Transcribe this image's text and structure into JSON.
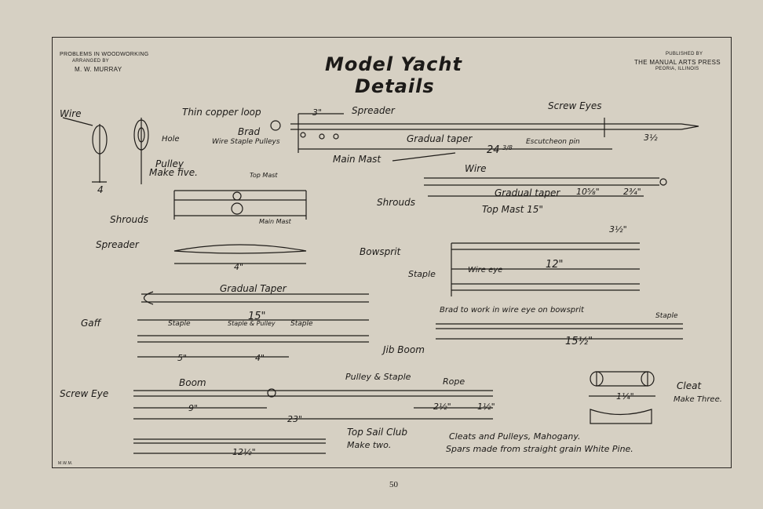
{
  "header": {
    "left_line1": "PROBLEMS IN WOODWORKING",
    "left_line2": "ARRANGED BY",
    "left_line3": "M. W. MURRAY",
    "title_line1": "Model Yacht",
    "title_line2": "Details",
    "right_line1": "PUBLISHED BY",
    "right_line2": "THE MANUAL ARTS PRESS",
    "right_line3": "PEORIA, ILLINOIS"
  },
  "labels": {
    "wire": "Wire",
    "hole": "Hole",
    "pulley": "Pulley",
    "make_five": "Make five.",
    "thin_copper_loop": "Thin copper loop",
    "brad": "Brad",
    "wire_staple_pulleys": "Wire Staple Pulleys",
    "spreader_top": "Spreader",
    "screw_eyes": "Screw Eyes",
    "gradual_taper_mast": "Gradual taper",
    "escutcheon_pin": "Escutcheon pin",
    "main_mast": "Main Mast",
    "top_mast_small": "Top Mast",
    "main_mast_small": "Main Mast",
    "shrouds_left": "Shrouds",
    "spreader_left": "Spreader",
    "wire_top_mast": "Wire",
    "gradual_taper_top": "Gradual taper",
    "shrouds_mid": "Shrouds",
    "top_mast": "Top Mast 15\"",
    "bowsprit": "Bowsprit",
    "staple_bow": "Staple",
    "wire_eye": "Wire eye",
    "gaff": "Gaff",
    "gradual_taper_gaff": "Gradual Taper",
    "staple_g1": "Staple",
    "staple_pulley": "Staple & Pulley",
    "staple_g2": "Staple",
    "brad_note": "Brad to work in wire eye on bowsprit",
    "staple_jib": "Staple",
    "jib_boom": "Jib Boom",
    "screw_eye": "Screw Eye",
    "boom": "Boom",
    "pulley_staple": "Pulley & Staple",
    "rope": "Rope",
    "cleat": "Cleat",
    "make_three": "Make Three.",
    "top_sail_club": "Top Sail Club",
    "make_two": "Make two.",
    "note1": "Cleats and Pulleys, Mahogany.",
    "note2": "Spars made from straight grain White Pine.",
    "initials": "M.W.M."
  },
  "dims": {
    "d_3": "3\"",
    "d_24": "24",
    "d_24_frac": "3/8",
    "d_3_half_mast": "3½",
    "d_10": "10⅝\"",
    "d_2_3_4": "2¾\"",
    "d_4_spreader": "4\"",
    "d_4_pulley": "4",
    "d_3_half_bow": "3½\"",
    "d_12": "12\"",
    "d_15_gaff": "15\"",
    "d_5_gaff": "5\"",
    "d_4_gaff": "4\"",
    "d_15_jib": "15½\"",
    "d_9": "9\"",
    "d_23": "23\"",
    "d_2_half": "2½\"",
    "d_1_half": "1½\"",
    "d_1_quarter": "1¼\"",
    "d_12_half": "12½\""
  },
  "page_number": "50"
}
